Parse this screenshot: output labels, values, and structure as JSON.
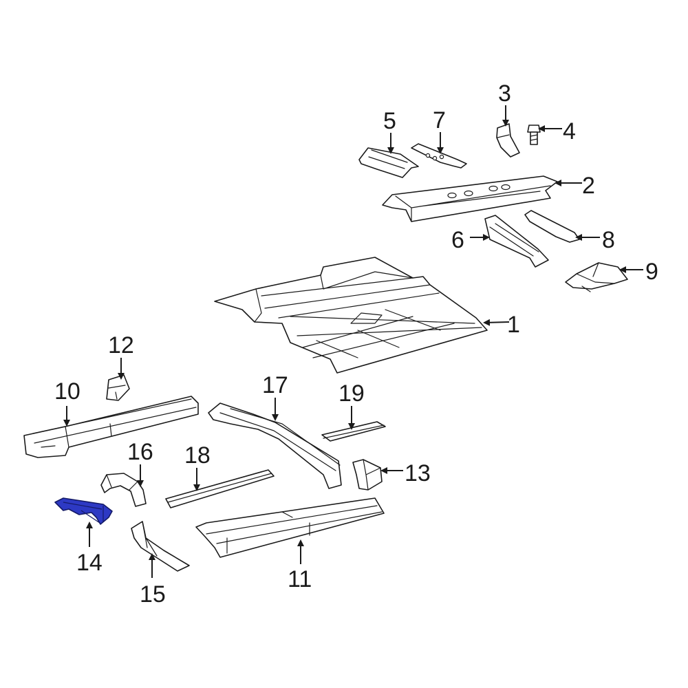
{
  "diagram": {
    "highlight_color": "#2d39c4",
    "highlighted_part": "14",
    "callouts": {
      "p1": "1",
      "p2": "2",
      "p3": "3",
      "p4": "4",
      "p5": "5",
      "p6": "6",
      "p7": "7",
      "p8": "8",
      "p9": "9",
      "p10": "10",
      "p11": "11",
      "p12": "12",
      "p13": "13",
      "p14": "14",
      "p15": "15",
      "p16": "16",
      "p17": "17",
      "p18": "18",
      "p19": "19"
    }
  }
}
